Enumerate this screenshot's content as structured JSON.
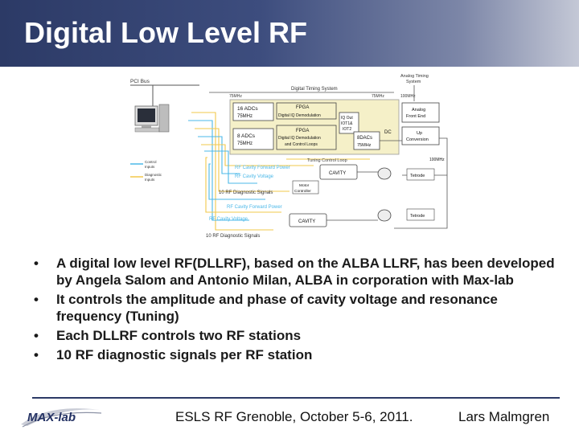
{
  "header": {
    "title": "Digital Low Level RF"
  },
  "diagram": {
    "pci_bus": "PCI Bus",
    "digital_timing_system": "Digital Timing System",
    "analog_timing_system_line1": "Analog Timing",
    "analog_timing_system_line2": "System",
    "clk_75": "75MHz",
    "clk_75b": "75MHz",
    "clk_100": "100MHz",
    "adc16_line1": "16 ADCs",
    "adc16_line2": "75MHz",
    "fpga1": "FPGA",
    "iq_demod1": "Digital IQ Demodulation",
    "iq_out_line1": "IQ Out",
    "iq_out_line2": "IOT1&",
    "iq_out_line3": "IOT2",
    "fpga2": "FPGA",
    "adc8_line1": "8 ADCs",
    "adc8_line2": "75MHz",
    "iq_demod2_line1": "Digital IQ Demodulation",
    "iq_demod2_line2": "and Control Loops",
    "dac_line1": "8DACs",
    "dac_line2": "75MHz",
    "dc": "DC",
    "afe_line1": "Analog",
    "afe_line2": "Front End",
    "up_line1": "Up",
    "up_line2": "Conversion",
    "clk_100b": "100MHz",
    "tuning_control_loop": "Tuning Control Loop",
    "legend_control_line1": "Control",
    "legend_control_line2": "Inputs",
    "legend_diag_line1": "Diagnostic",
    "legend_diag_line2": "Inputs",
    "rf_fwd_power1": "RF Cavity Forward Power",
    "rf_cav_voltage1": "RF Cavity Voltage",
    "cavity1": "CAVITY",
    "tetrode1": "Tetrode",
    "motor_line1": "Motor",
    "motor_line2": "Controller",
    "diag_signals1": "10 RF Diagnostic Signals",
    "rf_fwd_power2": "RF Cavity Forward Power",
    "rf_cav_voltage2": "RF Cavity Voltage",
    "cavity2": "CAVITY",
    "tetrode2": "Tetrode",
    "diag_signals2": "10 RF Diagnostic Signals",
    "colors": {
      "control": "#f2c84b",
      "diagnostic": "#4bb8e8",
      "frame": "#555555",
      "board": "#f5f0c8"
    }
  },
  "bullets": [
    {
      "marker": "•",
      "text": "A digital low level RF(DLLRF), based on the ALBA LLRF, has been developed by Angela Salom and Antonio Milan, ALBA in corporation with Max-lab"
    },
    {
      "marker": "•",
      "text": "It controls the amplitude and phase of cavity voltage and resonance frequency (Tuning)"
    },
    {
      "marker": "•",
      "text": "Each DLLRF controls two RF stations"
    },
    {
      "marker": "•",
      "text": "10 RF diagnostic signals per RF station"
    }
  ],
  "footer": {
    "logo_text": "MAX-lab",
    "conference": "ESLS RF Grenoble, October 5-6, 2011.",
    "author": "Lars Malmgren"
  }
}
